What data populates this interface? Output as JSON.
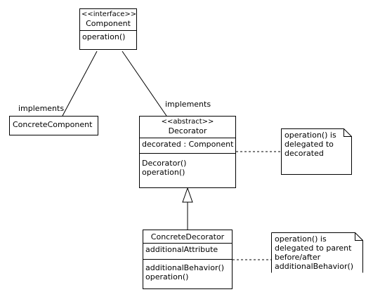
{
  "component": {
    "stereotype": "<<interface>>",
    "name": "Component",
    "operations": [
      "operation()"
    ]
  },
  "concrete_component": {
    "name": "ConcreteComponent"
  },
  "decorator": {
    "stereotype": "<<abstract>>",
    "name": "Decorator",
    "attributes": [
      "decorated : Component"
    ],
    "operations": [
      "Decorator()",
      "operation()"
    ]
  },
  "concrete_decorator": {
    "name": "ConcreteDecorator",
    "attributes": [
      "additionalAttribute"
    ],
    "operations": [
      "additionalBehavior()",
      "operation()"
    ]
  },
  "labels": {
    "implements_left": "implements",
    "implements_right": "implements"
  },
  "notes": {
    "decorator_note": [
      "operation() is",
      "delegated to",
      "decorated"
    ],
    "concrete_decorator_note": [
      "operation() is",
      "delegated to parent",
      "before/after",
      "additionalBehavior()"
    ]
  }
}
